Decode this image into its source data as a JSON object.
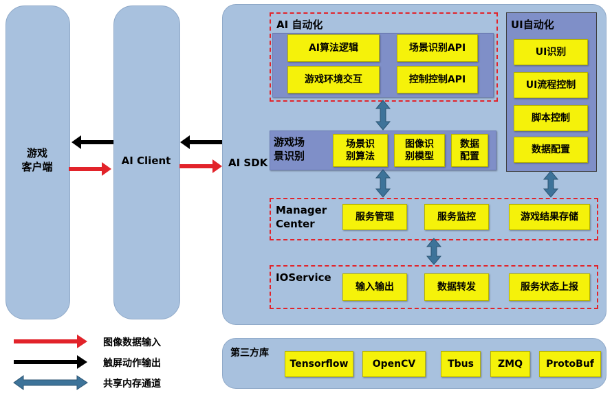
{
  "columns": {
    "game_client": "游戏\n客户端",
    "ai_client": "AI Client"
  },
  "sdk": {
    "label": "AI SDK",
    "ai_automation": {
      "title": "AI 自动化",
      "items": [
        "AI算法逻辑",
        "场景识别API",
        "游戏环境交互",
        "控制控制API"
      ]
    },
    "scene_recognition": {
      "title": "游戏场\n景识别",
      "items": [
        "场景识\n别算法",
        "图像识\n别模型",
        "数据\n配置"
      ]
    },
    "ui_automation": {
      "title": "UI自动化",
      "items": [
        "UI识别",
        "UI流程控制",
        "脚本控制",
        "数据配置"
      ]
    },
    "manager_center": {
      "title": "Manager\nCenter",
      "items": [
        "服务管理",
        "服务监控",
        "游戏结果存储"
      ]
    },
    "io_service": {
      "title": "IOService",
      "items": [
        "输入输出",
        "数据转发",
        "服务状态上报"
      ]
    }
  },
  "third_party": {
    "title": "第三方库",
    "items": [
      "Tensorflow",
      "OpenCV",
      "Tbus",
      "ZMQ",
      "ProtoBuf"
    ]
  },
  "legend": {
    "red": "图像数据输入",
    "black": "触屏动作输出",
    "blue": "共享内存通道"
  },
  "colors": {
    "red_arrow": "#e2232a",
    "black_arrow": "#000000",
    "blue_arrow": "#3d7399",
    "yellow_box": "#f5f20a",
    "panel": "#a8c1de",
    "inner": "#7f8fc8"
  }
}
